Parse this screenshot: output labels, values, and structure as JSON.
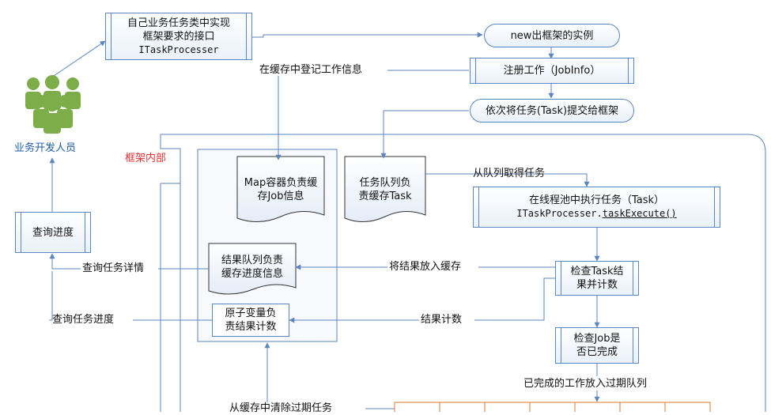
{
  "nodes": {
    "impl_interface": [
      "自己业务任务类中实现",
      "框架要求的接口",
      "ITaskProcesser"
    ],
    "new_instance": "new出框架的实例",
    "register_job": "注册工作（JobInfo）",
    "submit_tasks": "依次将任务(Task)提交给框架",
    "map_container": [
      "Map容器负责缓",
      "存Job信息"
    ],
    "task_queue": [
      "任务队列负",
      "责缓存Task"
    ],
    "execute_task": [
      "在线程池中执行任务（Task）",
      "ITaskProcesser.",
      "taskExecute()"
    ],
    "result_queue": [
      "结果队列负责",
      "缓存进度信息"
    ],
    "atomic_counter": [
      "原子变量负",
      "责结果计数"
    ],
    "check_task": [
      "检查Task结",
      "果并计数"
    ],
    "check_job": [
      "检查Job是",
      "否已完成"
    ],
    "query_progress": "查询进度"
  },
  "labels": {
    "developer": "业务开发人员",
    "framework_inside": "框架内部",
    "register_cache": "在缓存中登记工作信息",
    "take_from_queue": "从队列取得任务",
    "put_result_cache": "将结果放入缓存",
    "query_task_detail": "查询任务详情",
    "result_count": "结果计数",
    "query_task_progress": "查询任务进度",
    "expired_queue": "已完成的工作放入过期队列",
    "clear_expired": "从缓存中清除过期任务"
  },
  "colors": {
    "line": "#5b86c0",
    "person": "#7cad48",
    "red_label": "#e53030",
    "developer_label": "#1f5ea8",
    "queue_cell": "#d9782d"
  }
}
